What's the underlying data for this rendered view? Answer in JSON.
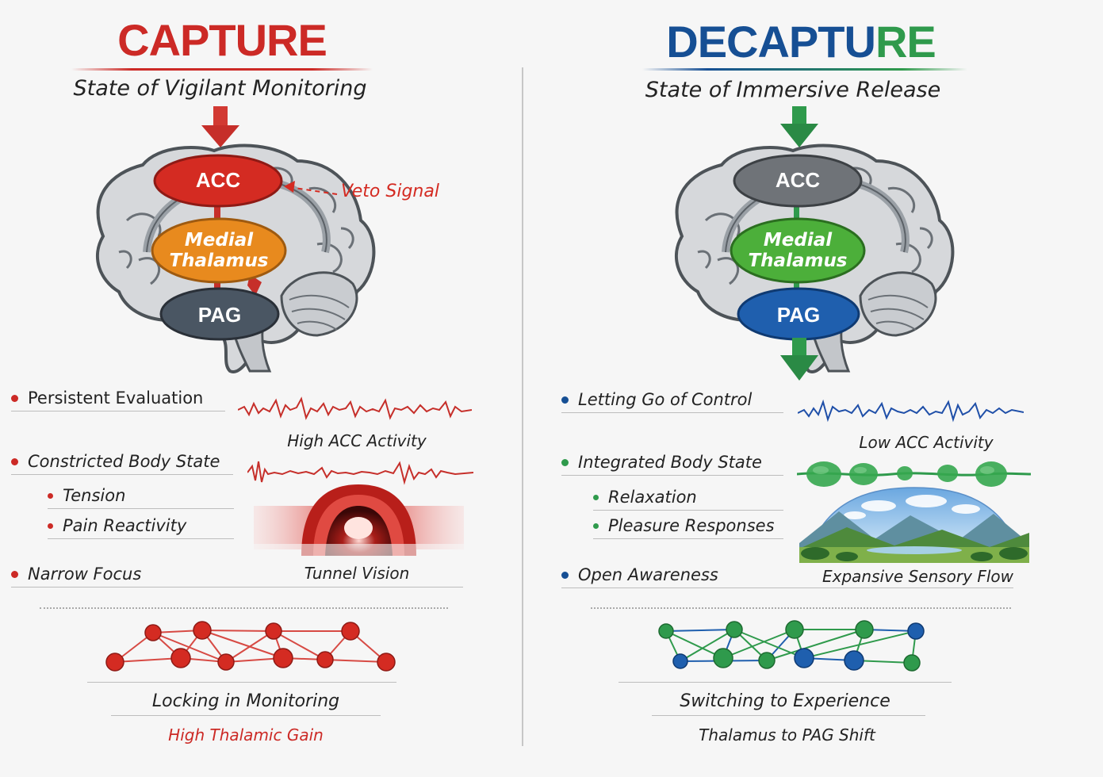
{
  "capture": {
    "title": "CAPTURE",
    "subtitle": "State of Vigilant Monitoring",
    "nodes": {
      "top": "ACC",
      "middle_line1": "Medial",
      "middle_line2": "Thalamus",
      "bottom": "PAG"
    },
    "veto_label": "Veto Signal",
    "items": {
      "item1": "Persistent Evaluation",
      "item2": "Constricted Body State",
      "sub1": "Tension",
      "sub2": "Pain Reactivity",
      "item3": "Narrow Focus"
    },
    "wave_caption": "High ACC Activity",
    "visual_caption": "Tunnel Vision",
    "footer_line1": "Locking in Monitoring",
    "footer_line2": "High Thalamic Gain"
  },
  "decapture": {
    "title_part1": "DECAPTU",
    "title_part2": "RE",
    "subtitle": "State of Immersive Release",
    "nodes": {
      "top": "ACC",
      "middle_line1": "Medial",
      "middle_line2": "Thalamus",
      "bottom": "PAG"
    },
    "items": {
      "item1": "Letting Go of Control",
      "item2": "Integrated Body State",
      "sub1": "Relaxation",
      "sub2": "Pleasure Responses",
      "item3": "Open Awareness"
    },
    "wave_caption": "Low ACC Activity",
    "visual_caption": "Expansive Sensory Flow",
    "footer_line1": "Switching to Experience",
    "footer_line2": "Thalamus to PAG Shift"
  },
  "colors": {
    "capture_red": "#cc2a26",
    "decapture_blue": "#164f94",
    "decapture_green": "#2f9a4c",
    "thalamus_orange": "#e88a1e",
    "thalamus_green": "#4caf3a",
    "pag_dark": "#4a5663",
    "pag_blue": "#1f5fae",
    "acc_gray": "#6f7378"
  }
}
